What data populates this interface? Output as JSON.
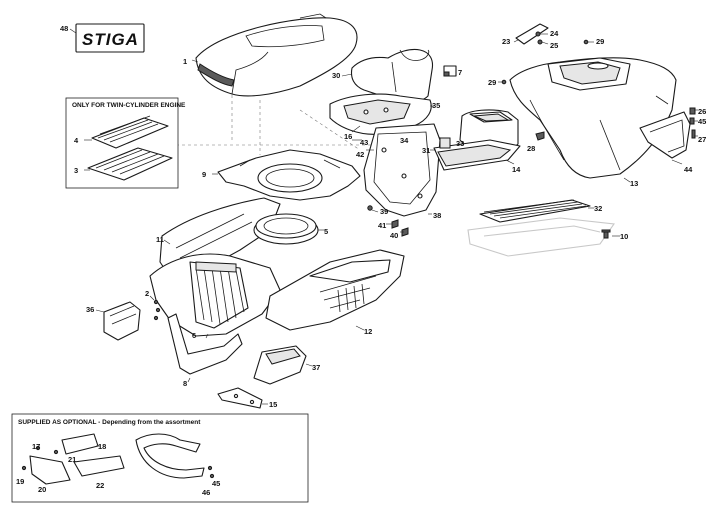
{
  "diagram": {
    "logo": "STIGA",
    "boxes": {
      "twin_cylinder_title": "ONLY FOR TWIN-CYLINDER ENGINE",
      "optional_title": "SUPPLIED AS OPTIONAL - Depending from the assortment"
    },
    "callouts": [
      "48",
      "1",
      "30",
      "7",
      "35",
      "16",
      "43",
      "34",
      "42",
      "31",
      "33",
      "14",
      "28",
      "23",
      "24",
      "25",
      "29",
      "29",
      "26",
      "45",
      "27",
      "44",
      "13",
      "4",
      "3",
      "9",
      "39",
      "41",
      "40",
      "38",
      "32",
      "10",
      "11",
      "5",
      "2",
      "36",
      "6",
      "12",
      "37",
      "8",
      "15",
      "17",
      "18",
      "21",
      "19",
      "20",
      "22",
      "45",
      "46"
    ]
  }
}
